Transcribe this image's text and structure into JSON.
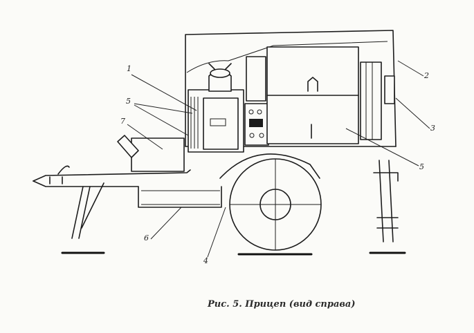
{
  "figure": {
    "caption": "Рис. 5. Прицеп (вид справа)",
    "callouts": [
      "1",
      "2",
      "3",
      "4",
      "5",
      "5",
      "6",
      "7"
    ]
  }
}
